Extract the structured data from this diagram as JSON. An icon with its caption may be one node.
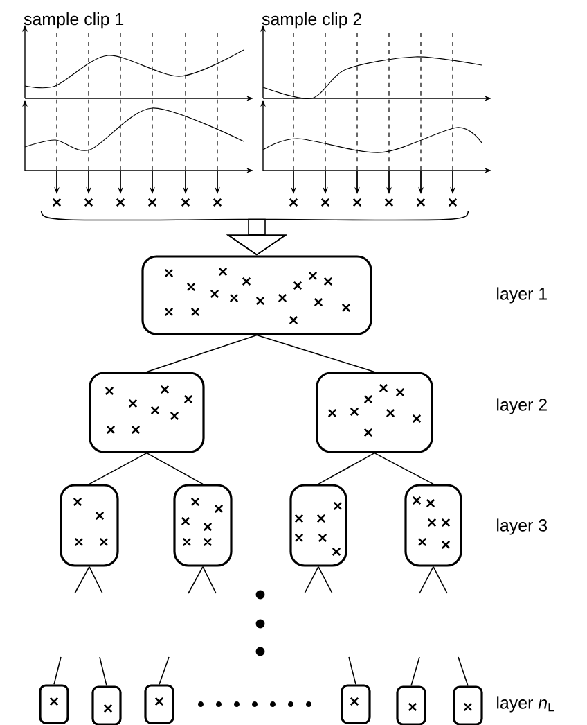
{
  "diagram": {
    "nodes": [
      {
        "text": [
          "sample clip 1"
        ]
      },
      {
        "text": [
          "sample clip 2"
        ]
      },
      {
        "text": [],
        "shape": "box"
      },
      {
        "text": [],
        "shape": "box"
      },
      {
        "text": [],
        "shape": "box"
      },
      {
        "text": [],
        "shape": "box"
      },
      {
        "text": [],
        "shape": "box"
      },
      {
        "text": [],
        "shape": "box"
      },
      {
        "text": [],
        "shape": "box"
      },
      {
        "text": [],
        "shape": "box"
      },
      {
        "text": [],
        "shape": "box"
      },
      {
        "text": [],
        "shape": "box"
      },
      {
        "text": [],
        "shape": "box"
      },
      {
        "text": [],
        "shape": "box"
      },
      {
        "text": [],
        "shape": "box"
      }
    ],
    "edges": [
      {
        "from": 0,
        "to": 2,
        "arrow": "to"
      },
      {
        "from": 1,
        "to": 2,
        "arrow": "to"
      },
      {
        "from": 2,
        "to": 3,
        "arrow": "none"
      },
      {
        "from": 2,
        "to": 4,
        "arrow": "none"
      },
      {
        "from": 3,
        "to": 5,
        "arrow": "none"
      },
      {
        "from": 3,
        "to": 6,
        "arrow": "none"
      },
      {
        "from": 4,
        "to": 7,
        "arrow": "none"
      },
      {
        "from": 4,
        "to": 8,
        "arrow": "none"
      },
      {
        "from": 5,
        "to": null,
        "arrow": "none"
      },
      {
        "from": 5,
        "to": null,
        "arrow": "none"
      },
      {
        "from": 6,
        "to": null,
        "arrow": "none"
      },
      {
        "from": 6,
        "to": null,
        "arrow": "none"
      },
      {
        "from": 7,
        "to": null,
        "arrow": "none"
      },
      {
        "from": 7,
        "to": null,
        "arrow": "none"
      },
      {
        "from": 8,
        "to": null,
        "arrow": "none"
      },
      {
        "from": 8,
        "to": null,
        "arrow": "none"
      },
      {
        "from": null,
        "to": 9,
        "arrow": "none"
      },
      {
        "from": null,
        "to": 10,
        "arrow": "none"
      },
      {
        "from": null,
        "to": 11,
        "arrow": "none"
      },
      {
        "from": null,
        "to": 12,
        "arrow": "none"
      },
      {
        "from": null,
        "to": 13,
        "arrow": "none"
      },
      {
        "from": null,
        "to": 14,
        "arrow": "none"
      }
    ],
    "labels": [
      "layer 1",
      "layer 2",
      "layer 3",
      "layer *n*$_{L}$"
    ]
  }
}
